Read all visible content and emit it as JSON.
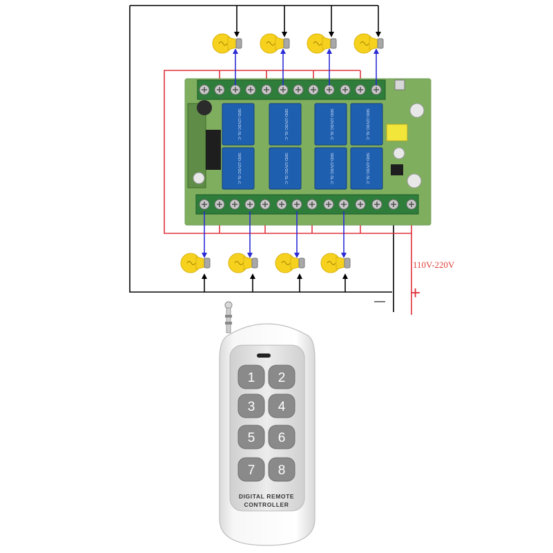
{
  "power": {
    "voltage_label": "110V-220V",
    "plus_label": "+",
    "minus_label": "—"
  },
  "remote": {
    "brand_line1": "DIGITAL REMOTE",
    "brand_line2": "CONTROLLER",
    "buttons": [
      "1",
      "2",
      "3",
      "4",
      "5",
      "6",
      "7",
      "8"
    ]
  },
  "relay_labels": {
    "text": "SRD-12VDC-SL-C"
  },
  "colors": {
    "live_wire": "#e0313a",
    "load_wire": "#2b2bd6",
    "neutral_wire": "#000000",
    "bulb": "#f6d21f",
    "board": "#7fae5f",
    "relay": "#1f5fb0",
    "terminal": "#2e7d3a",
    "remote_button": "#8a8a8a"
  },
  "icons": {
    "bulb": "light-bulb-icon",
    "relay": "relay-icon",
    "terminal": "screw-terminal-icon"
  }
}
